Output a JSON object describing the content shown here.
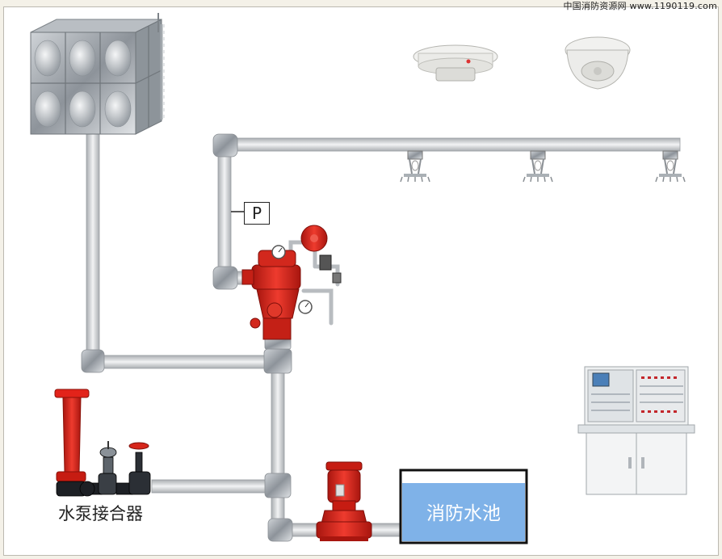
{
  "watermark": "中国消防资源网 www.1190119.com",
  "labels": {
    "pump_connector": "水泵接合器",
    "fire_pool": "消防水池",
    "pressure_switch": "P"
  },
  "colors": {
    "pipe": "#d4d6d8",
    "pipe_edge": "#9a9ea2",
    "valve_red": "#d9261c",
    "pool_water": "#7fb2e8",
    "pool_border": "#111111"
  }
}
